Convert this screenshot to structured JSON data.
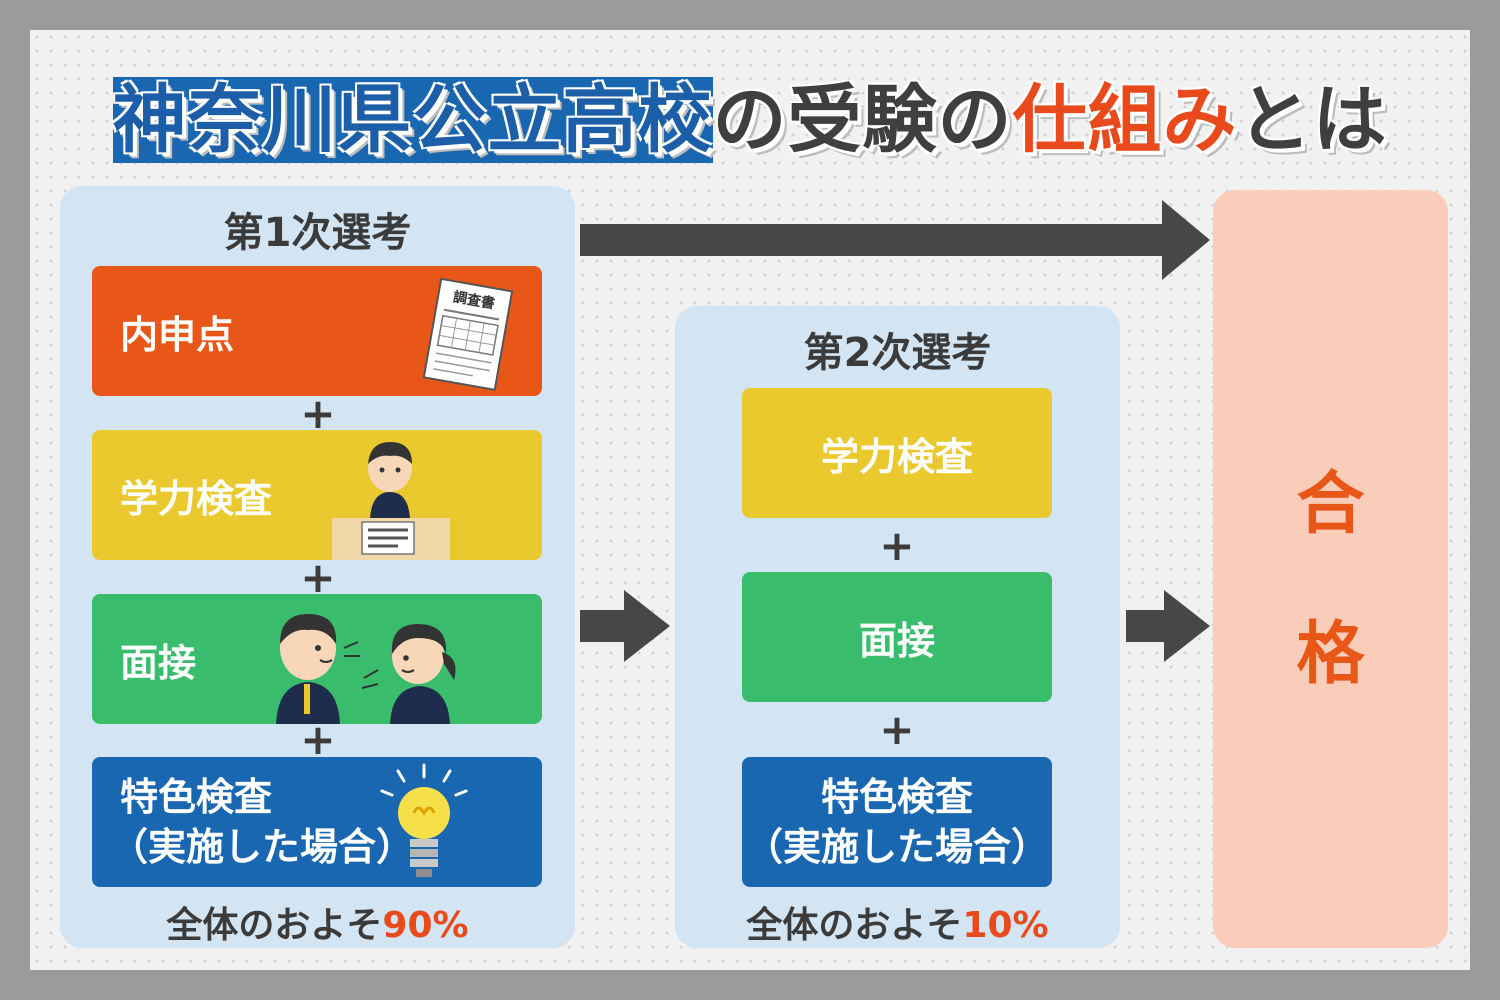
{
  "title": {
    "part1": "神奈川県公立高校",
    "part2": "の受験の",
    "part3": "仕組み",
    "part4": "とは"
  },
  "stage1": {
    "title": "第1次選考",
    "items": [
      {
        "label": "内申点",
        "icon": "report-card-icon"
      },
      {
        "label": "学力検査",
        "icon": "student-test-icon"
      },
      {
        "label": "面接",
        "icon": "interview-icon"
      },
      {
        "label_line1": "特色検査",
        "label_line2": "（実施した場合）",
        "icon": "lightbulb-icon"
      }
    ],
    "report_card_text": "調査書",
    "plus": "+",
    "percent_prefix": "全体のおよそ",
    "percent_value": "90%"
  },
  "stage2": {
    "title": "第2次選考",
    "items": [
      {
        "label": "学力検査"
      },
      {
        "label": "面接"
      },
      {
        "label_line1": "特色検査",
        "label_line2": "（実施した場合）"
      }
    ],
    "plus": "+",
    "percent_prefix": "全体のおよそ",
    "percent_value": "10%"
  },
  "result": {
    "char1": "合",
    "char2": "格"
  },
  "colors": {
    "title_blue": "#1d5ea8",
    "accent_red": "#e84a1c",
    "orange": "#e85717",
    "yellow": "#e9c92e",
    "green": "#39bd6c",
    "blue": "#1a67b1",
    "panel": "#d3e4f2",
    "pass_bg": "#f9cdb9"
  }
}
